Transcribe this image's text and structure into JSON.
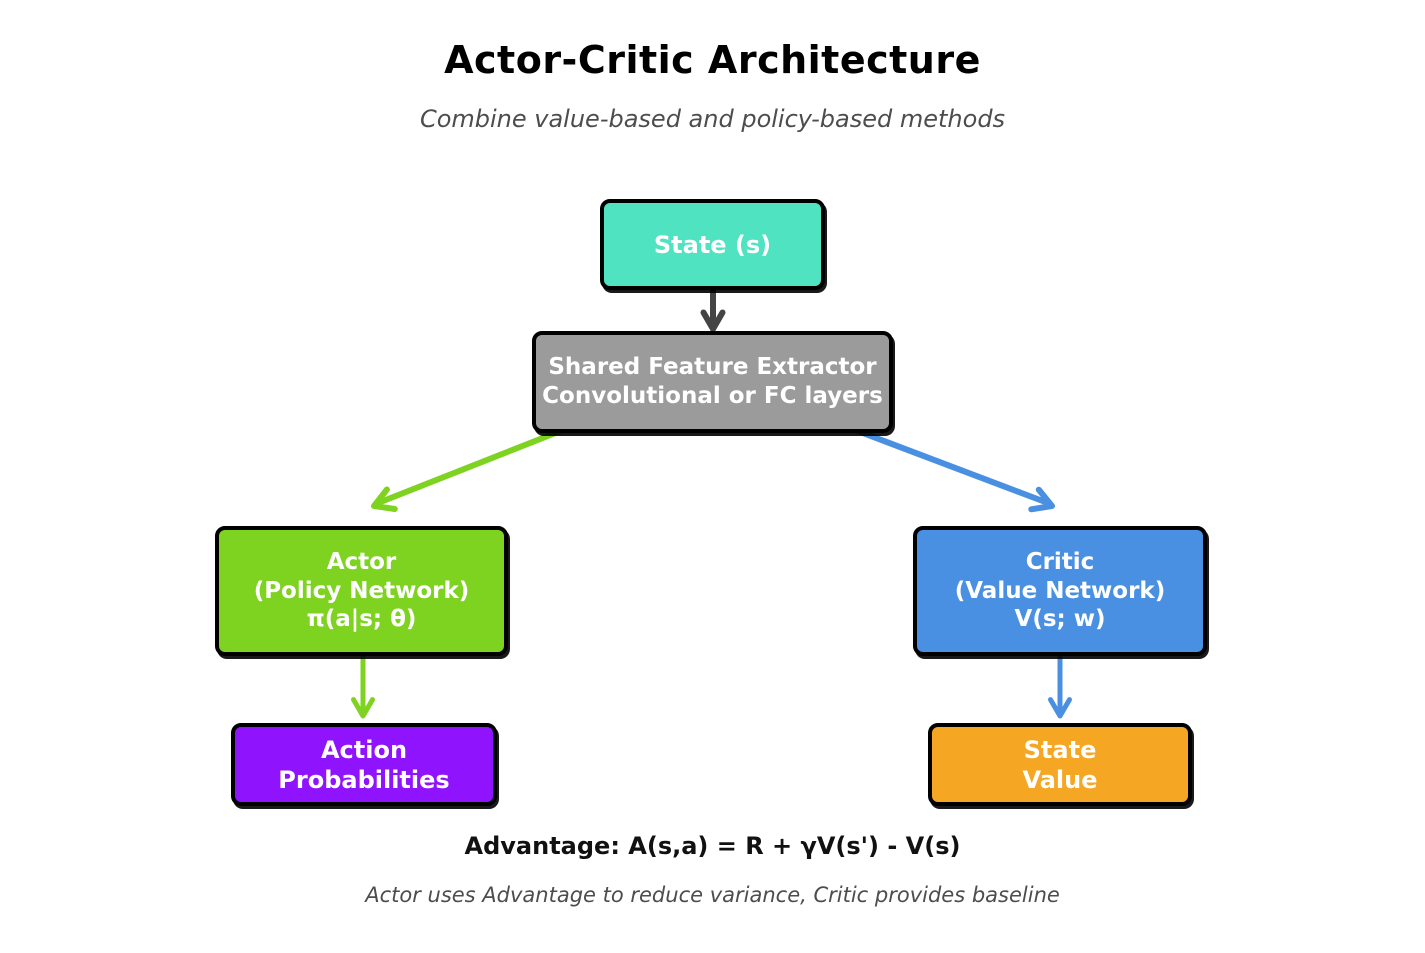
{
  "header": {
    "title": "Actor-Critic Architecture",
    "subtitle": "Combine value-based and policy-based methods"
  },
  "nodes": {
    "state": {
      "lines": [
        "State (s)"
      ],
      "color": "#50E3C2"
    },
    "shared": {
      "lines": [
        "Shared Feature Extractor",
        "Convolutional or FC layers"
      ],
      "color": "#9B9B9B"
    },
    "actor": {
      "lines": [
        "Actor",
        "(Policy Network)",
        "π(a|s; θ)"
      ],
      "color": "#7ED321"
    },
    "critic": {
      "lines": [
        "Critic",
        "(Value Network)",
        "V(s; w)"
      ],
      "color": "#4A90E2"
    },
    "action_probabilities": {
      "lines": [
        "Action",
        "Probabilities"
      ],
      "color": "#9013FE"
    },
    "state_value": {
      "lines": [
        "State",
        "Value"
      ],
      "color": "#F5A623"
    }
  },
  "footer": {
    "formula": "Advantage: A(s,a) = R + γV(s') - V(s)",
    "note": "Actor uses Advantage to reduce variance, Critic provides baseline"
  },
  "colors": {
    "arrow_dark": "#444444",
    "arrow_green": "#7ED321",
    "arrow_blue": "#4A90E2",
    "box_border": "#000000",
    "title_text": "#000000",
    "muted_text": "#4d4d4d"
  }
}
